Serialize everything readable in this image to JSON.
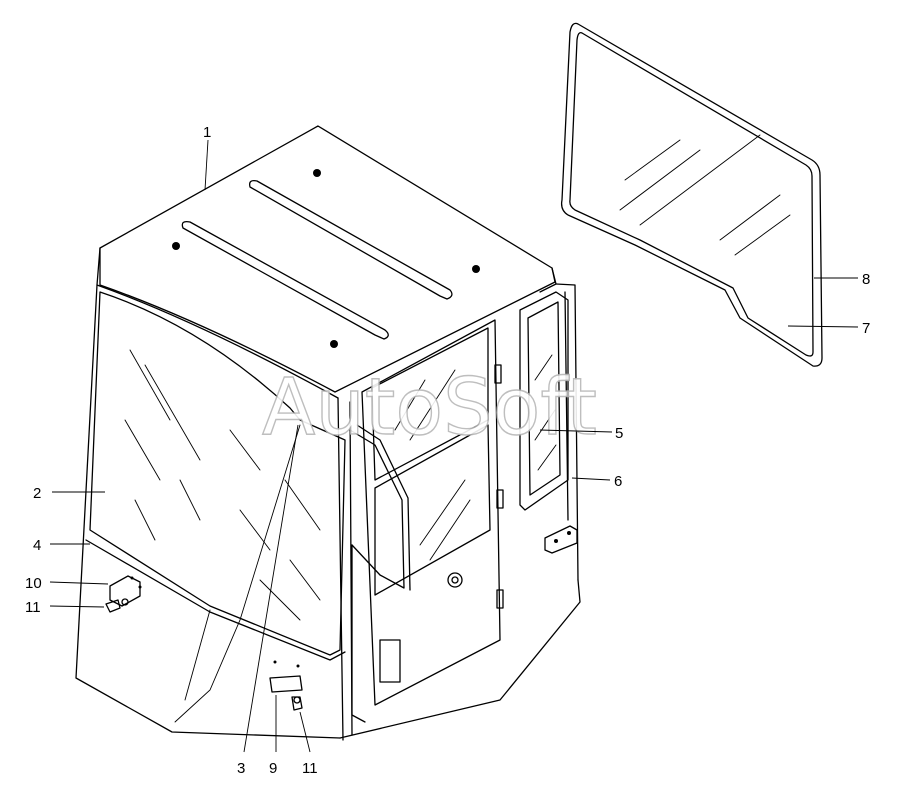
{
  "watermark": "AutoSoft",
  "callouts": [
    {
      "id": "c1",
      "text": "1"
    },
    {
      "id": "c2",
      "text": "2"
    },
    {
      "id": "c3",
      "text": "3"
    },
    {
      "id": "c4",
      "text": "4"
    },
    {
      "id": "c5",
      "text": "5"
    },
    {
      "id": "c6",
      "text": "6"
    },
    {
      "id": "c7",
      "text": "7"
    },
    {
      "id": "c8",
      "text": "8"
    },
    {
      "id": "c9",
      "text": "9"
    },
    {
      "id": "c10",
      "text": "10"
    },
    {
      "id": "c11a",
      "text": "11"
    },
    {
      "id": "c11b",
      "text": "11"
    }
  ]
}
